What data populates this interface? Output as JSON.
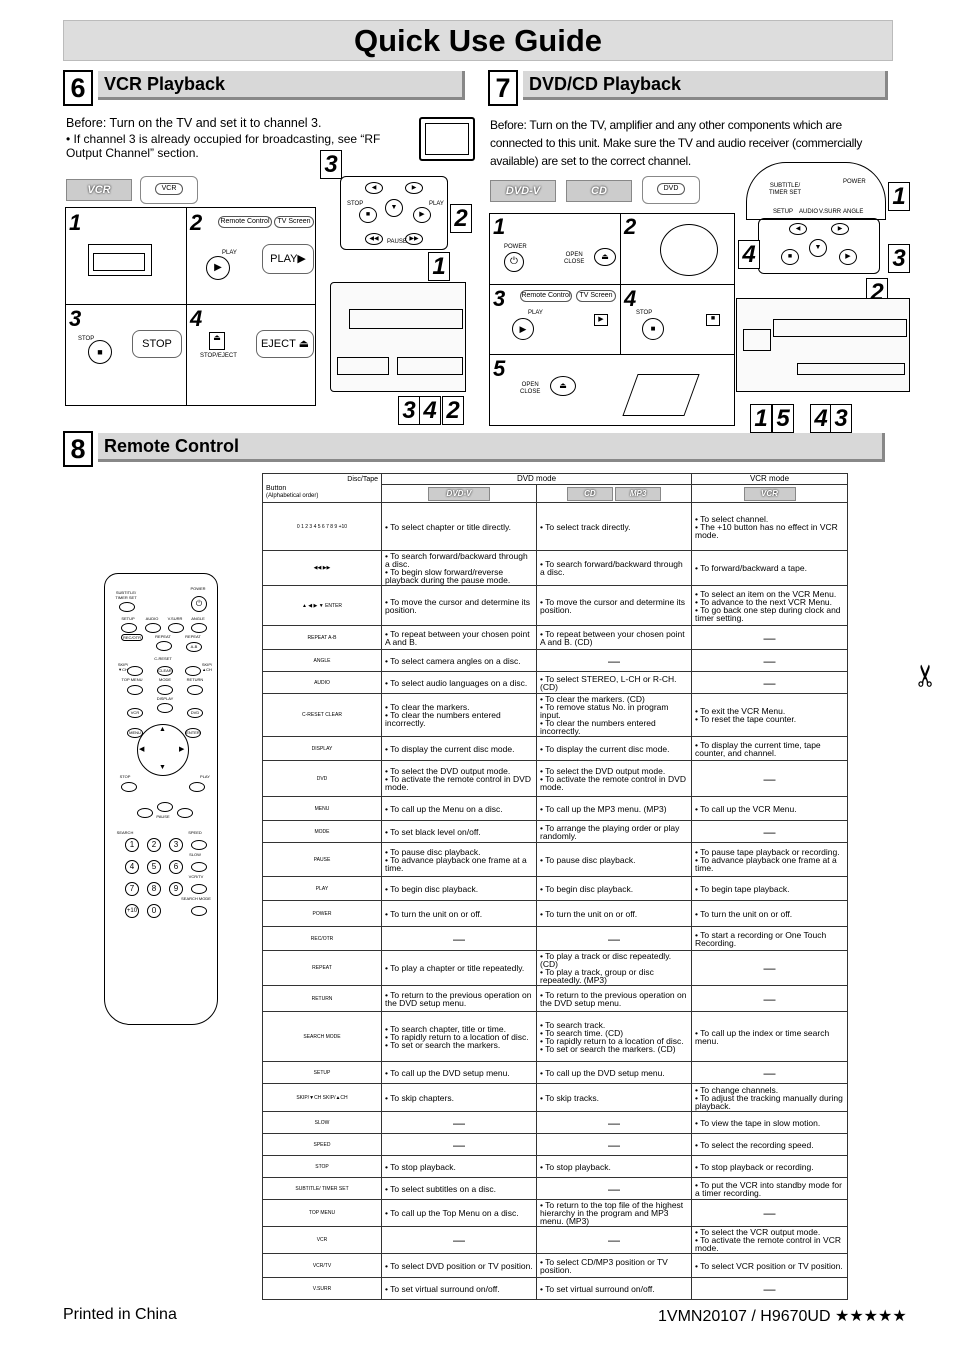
{
  "title": "Quick Use Guide",
  "sections": {
    "vcr": {
      "num": "6",
      "title": "VCR Playback"
    },
    "dvd": {
      "num": "7",
      "title": "DVD/CD Playback"
    },
    "remote": {
      "num": "8",
      "title": "Remote Control"
    }
  },
  "vcr": {
    "before": "Before:  Turn on the TV and set it to channel 3.",
    "bullet": "If channel 3 is already occupied for broadcasting, see “RF Output Channel” section.",
    "logo": "VCR",
    "btn_vcr": "VCR",
    "steps": [
      "1",
      "2",
      "3",
      "4"
    ],
    "remote_control": "Remote Control",
    "tv_screen": "TV Screen",
    "play": "PLAY",
    "play_screen": "PLAY▶",
    "stop": "STOP",
    "stop_screen": "STOP",
    "stop_eject": "STOP/EJECT",
    "eject_screen": "EJECT ⏏",
    "pause": "PAUSE",
    "callouts": [
      "3",
      "2",
      "1",
      "3",
      "4",
      "2"
    ]
  },
  "dvd": {
    "before": "Before: Turn on the TV, amplifier and any other components which are connected to this unit. Make sure the TV and audio receiver (commercially available) are set to the correct channel.",
    "logo_dvd": "DVD-V",
    "logo_cd": "CD",
    "btn_dvd": "DVD",
    "steps": [
      "1",
      "2",
      "3",
      "4",
      "5"
    ],
    "power": "POWER",
    "open_close": "OPEN\nCLOSE",
    "remote_control": "Remote Control",
    "tv_screen": "TV Screen",
    "play": "PLAY",
    "stop": "STOP",
    "callouts": [
      "1",
      "4",
      "3",
      "2",
      "1",
      "5",
      "4",
      "3"
    ],
    "panel_labels": {
      "subtitle": "SUBTITLE/\nTIMER SET",
      "power": "POWER",
      "setup": "SETUP",
      "audio": "AUDIO",
      "vsurr": "V.SURR",
      "angle": "ANGLE"
    }
  },
  "remote": {
    "labels": {
      "subtitle": "SUBTITLE/\nTIMER SET",
      "power": "POWER",
      "setup": "SETUP",
      "audio": "AUDIO",
      "vsurr": "V.SURR",
      "angle": "ANGLE",
      "rec_otr": "REC/OTR",
      "repeat": "REPEAT",
      "repeat_ab": "REPEAT",
      "creset": "C-RESET",
      "skip_l": "SKIP/\n▼CH",
      "skip_r": "SKIP/\n▲CH",
      "clear": "CLEAR",
      "top_menu": "TOP MENU",
      "mode": "MODE",
      "return": "RETURN",
      "display": "DISPLAY",
      "vcr": "VCR",
      "dvd": "DVD",
      "menu": "MENU",
      "enter": "ENTER",
      "stop": "STOP",
      "play": "PLAY",
      "pause": "PAUSE",
      "search": "SEARCH",
      "speed": "SPEED",
      "slow": "SLOW",
      "vcr_tv": "VCR/TV",
      "search_mode": "SEARCH MODE",
      "ab": "A-B",
      "plus10": "+10"
    },
    "numbers": [
      "1",
      "2",
      "3",
      "4",
      "5",
      "6",
      "7",
      "8",
      "9",
      "0"
    ]
  },
  "table": {
    "header_disc_tape": "Disc/Tape",
    "header_button": "Button",
    "header_alpha": "(Alphabetical order)",
    "dvd_mode": "DVD mode",
    "vcr_mode": "VCR mode",
    "logo_dvd": "DVD-V",
    "logo_cd": "CD",
    "logo_mp3": "MP3",
    "logo_vcr": "VCR",
    "dash": "—",
    "rows": [
      {
        "button": "0 1 2 3 4 5 6 7 8 9 +10",
        "dvd": "• To select chapter or title directly.",
        "cd": "• To select track directly.",
        "vcr": "• To select channel.\n• The +10 button has no effect in VCR mode."
      },
      {
        "button": "◀◀   ▶▶",
        "dvd": "• To search forward/backward through a disc.\n• To begin slow forward/reverse playback during the pause mode.",
        "cd": "• To search forward/backward through a disc.",
        "vcr": "• To forward/backward a tape."
      },
      {
        "button": "▲ ◀ ▶ ▼ ENTER",
        "dvd": "• To move the cursor and determine its position.",
        "cd": "• To move the cursor and determine its position.",
        "vcr": "• To select an item on the VCR Menu.\n• To advance to the next VCR Menu.\n• To go back one step during clock and timer setting."
      },
      {
        "button": "REPEAT A-B",
        "dvd": "• To repeat between your chosen point A and B.",
        "cd": "• To repeat between your chosen point A and B. (CD)",
        "vcr": ""
      },
      {
        "button": "ANGLE",
        "dvd": "• To select camera angles on a disc.",
        "cd": "",
        "vcr": ""
      },
      {
        "button": "AUDIO",
        "dvd": "• To select audio languages on a disc.",
        "cd": "• To select STEREO, L-CH or R-CH. (CD)",
        "vcr": ""
      },
      {
        "button": "C-RESET CLEAR",
        "dvd": "• To clear the markers.\n• To clear the numbers entered incorrectly.",
        "cd": "• To clear the markers. (CD)\n• To remove status No. in program input.\n• To clear the numbers entered incorrectly.",
        "vcr": "• To exit the VCR Menu.\n• To reset the tape counter."
      },
      {
        "button": "DISPLAY",
        "dvd": "• To display the current disc mode.",
        "cd": "• To display the current disc mode.",
        "vcr": "• To display the current time, tape counter, and channel."
      },
      {
        "button": "DVD",
        "dvd": "• To select the DVD output mode.\n• To activate the remote control in DVD mode.",
        "cd": "• To select the DVD output mode.\n• To activate the remote control in DVD mode.",
        "vcr": ""
      },
      {
        "button": "MENU",
        "dvd": "• To call up the Menu on a disc.",
        "cd": "• To call up the MP3 menu. (MP3)",
        "vcr": "• To call up the VCR Menu."
      },
      {
        "button": "MODE",
        "dvd": "• To set black level on/off.",
        "cd": "• To arrange the playing order or play randomly.",
        "vcr": ""
      },
      {
        "button": "PAUSE",
        "dvd": "• To pause disc playback.\n• To advance playback one frame at a time.",
        "cd": "• To pause disc playback.",
        "vcr": "• To pause tape playback or recording.\n• To advance playback one frame at a time."
      },
      {
        "button": "PLAY",
        "dvd": "• To begin disc playback.",
        "cd": "• To begin disc playback.",
        "vcr": "• To begin tape playback."
      },
      {
        "button": "POWER",
        "dvd": "• To turn the unit on or off.",
        "cd": "• To turn the unit on or off.",
        "vcr": "• To turn the unit on or off."
      },
      {
        "button": "REC/OTR",
        "dvd": "",
        "cd": "",
        "vcr": "• To start a recording or One Touch Recording."
      },
      {
        "button": "REPEAT",
        "dvd": "• To play a chapter or title repeatedly.",
        "cd": "• To play a track or disc repeatedly. (CD)\n• To play a track, group or disc repeatedly. (MP3)",
        "vcr": ""
      },
      {
        "button": "RETURN",
        "dvd": "• To return to the previous operation on the DVD setup menu.",
        "cd": "• To return to the previous operation on the DVD setup menu.",
        "vcr": ""
      },
      {
        "button": "SEARCH MODE",
        "dvd": "• To search chapter, title or time.\n• To rapidly return to a location of disc.\n• To set or search the markers.",
        "cd": "• To search track.\n• To search time. (CD)\n• To rapidly return to a location of disc.\n• To set or search the markers. (CD)",
        "vcr": "• To call up the index or time search menu."
      },
      {
        "button": "SETUP",
        "dvd": "• To call up the DVD setup menu.",
        "cd": "• To call up the DVD setup menu.",
        "vcr": ""
      },
      {
        "button": "SKIP/▼CH  SKIP/▲CH",
        "dvd": "• To skip chapters.",
        "cd": "• To skip tracks.",
        "vcr": "• To change channels.\n• To adjust the tracking manually during playback."
      },
      {
        "button": "SLOW",
        "dvd": "",
        "cd": "",
        "vcr": "• To view the tape in slow motion."
      },
      {
        "button": "SPEED",
        "dvd": "",
        "cd": "",
        "vcr": "• To select the recording speed."
      },
      {
        "button": "STOP",
        "dvd": "• To stop playback.",
        "cd": "• To stop playback.",
        "vcr": "• To stop playback or recording."
      },
      {
        "button": "SUBTITLE/ TIMER SET",
        "dvd": "• To select subtitles on a disc.",
        "cd": "",
        "vcr": "• To put the VCR into standby mode for a timer recording."
      },
      {
        "button": "TOP MENU",
        "dvd": "• To call up the Top Menu on a disc.",
        "cd": "• To return to the top file of the highest hierarchy in the program and MP3 menu. (MP3)",
        "vcr": ""
      },
      {
        "button": "VCR",
        "dvd": "",
        "cd": "",
        "vcr": "• To select the VCR output mode.\n• To activate the remote control in VCR mode."
      },
      {
        "button": "VCR/TV",
        "dvd": "• To select DVD position or TV position.",
        "cd": "• To select CD/MP3 position or TV position.",
        "vcr": "• To select VCR position or TV position."
      },
      {
        "button": "V.SURR",
        "dvd": "• To set virtual surround on/off.",
        "cd": "• To set virtual surround on/off.",
        "vcr": ""
      }
    ]
  },
  "footer": {
    "printed": "Printed in China",
    "code": "1VMN20107 / H9670UD ★★★★★"
  }
}
